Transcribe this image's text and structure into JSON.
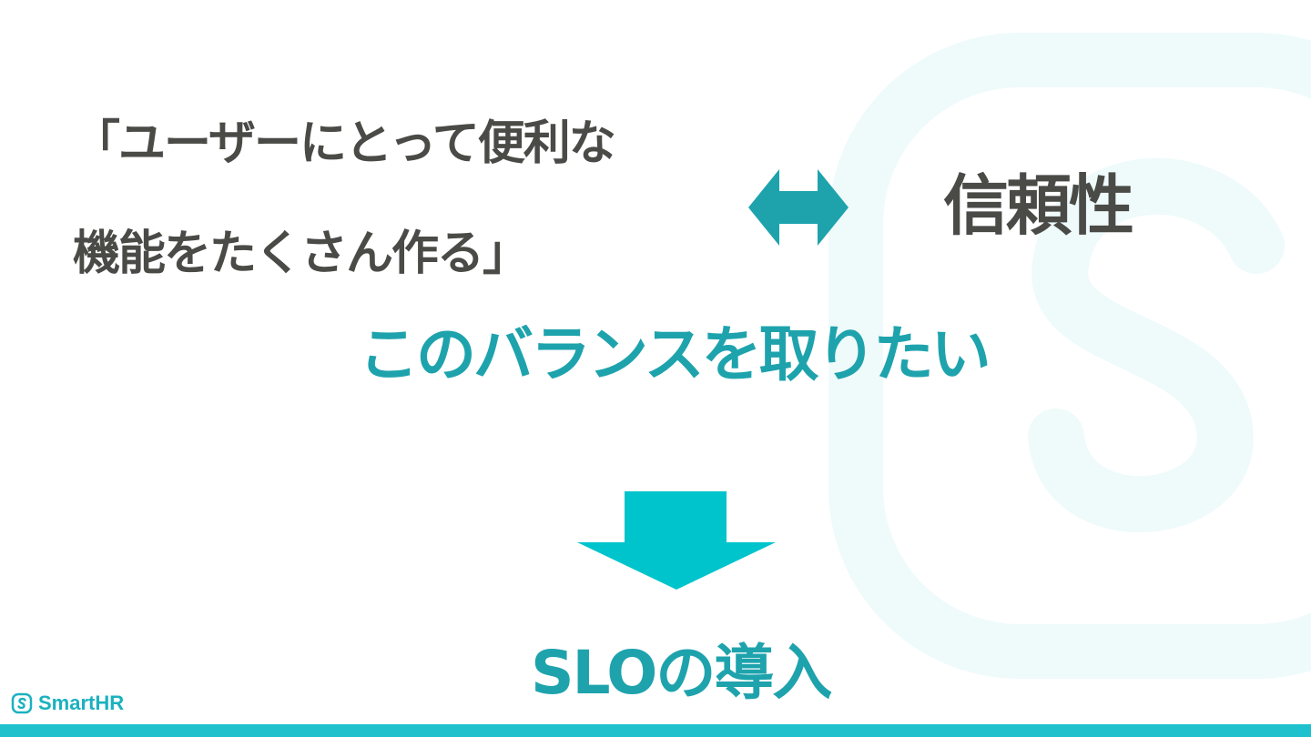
{
  "slide": {
    "quote_line_1": "「ユーザーにとって便利な",
    "quote_line_2": "機能をたくさん作る」",
    "reliability": "信頼性",
    "balance": "このバランスを取りたい",
    "conclusion": "SLOの導入"
  },
  "brand": {
    "name": "SmartHR",
    "colors": {
      "accent": "#1ea3ad",
      "bar": "#1ec1cc",
      "arrow": "#00c4cc",
      "text": "#4a4a47"
    }
  },
  "icons": {
    "double_arrow": "left-right-arrow-icon",
    "down_arrow": "down-arrow-icon",
    "logo": "smarthr-s-logo-icon"
  }
}
